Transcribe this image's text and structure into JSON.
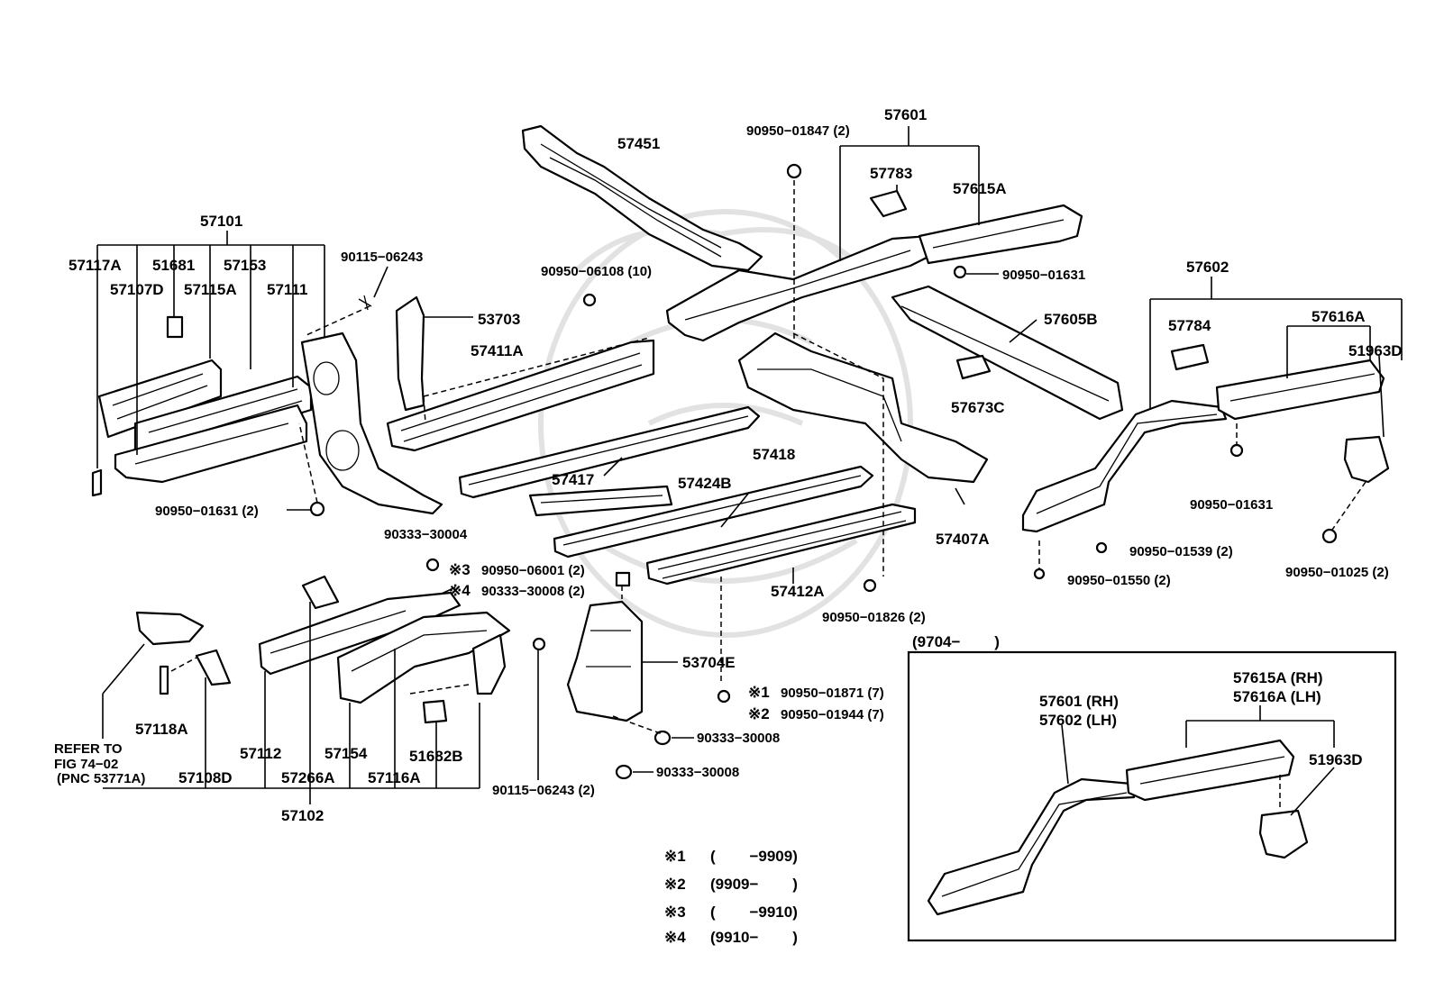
{
  "labels": {
    "p57101": "57101",
    "p57117A": "57117A",
    "p51681": "51681",
    "p57153": "57153",
    "p57107D": "57107D",
    "p57115A": "57115A",
    "p57111": "57111",
    "p90115_06243": "90115−06243",
    "p90950_01631_2": "90950−01631 (2)",
    "p57451": "57451",
    "p53703": "53703",
    "p90950_06108": "90950−06108 (10)",
    "p57411A": "57411A",
    "p57417": "57417",
    "p57424B": "57424B",
    "p90950_01847": "90950−01847 (2)",
    "p57601": "57601",
    "p57783": "57783",
    "p57615A": "57615A",
    "p90950_01631": "90950−01631",
    "p57605B": "57605B",
    "p57673C": "57673C",
    "p57418": "57418",
    "p57407A": "57407A",
    "p57412A": "57412A",
    "p90950_01826": "90950−01826 (2)",
    "p57602": "57602",
    "p57784": "57784",
    "p57616A": "57616A",
    "p51963D": "51963D",
    "p90950_01631b": "90950−01631",
    "p90950_01539": "90950−01539 (2)",
    "p90950_01550": "90950−01550 (2)",
    "p90950_01025": "90950−01025 (2)",
    "p90333_30004": "90333−30004",
    "m3": "※3",
    "p90950_06001": "90950−06001 (2)",
    "m4": "※4",
    "p90333_30008_2": "90333−30008 (2)",
    "p53704E": "53704E",
    "m1": "※1",
    "p90950_01871": "90950−01871 (7)",
    "m2": "※2",
    "p90950_01944": "90950−01944 (7)",
    "p90333_30008a": "90333−30008",
    "p90333_30008b": "90333−30008",
    "p90115_06243_2": "90115−06243 (2)",
    "refer1": "REFER TO",
    "refer2": "FIG 74−02",
    "refer3": "(PNC 53771A)",
    "p57118A": "57118A",
    "p57108D": "57108D",
    "p57112": "57112",
    "p57266A": "57266A",
    "p57154": "57154",
    "p57116A": "57116A",
    "p51682B": "51682B",
    "p57102": "57102",
    "p57101_hidden": "",
    "inset_date": "(9704−        )",
    "i57601": "57601 (RH)",
    "i57602": "57602 (LH)",
    "i57615A": "57615A (RH)",
    "i57616A": "57616A (LH)",
    "i51963D": "51963D"
  },
  "notes": [
    {
      "mark": "※1",
      "range": "(        −9909)"
    },
    {
      "mark": "※2",
      "range": "(9909−        )"
    },
    {
      "mark": "※3",
      "range": "(        −9910)"
    },
    {
      "mark": "※4",
      "range": "(9910−        )"
    }
  ]
}
